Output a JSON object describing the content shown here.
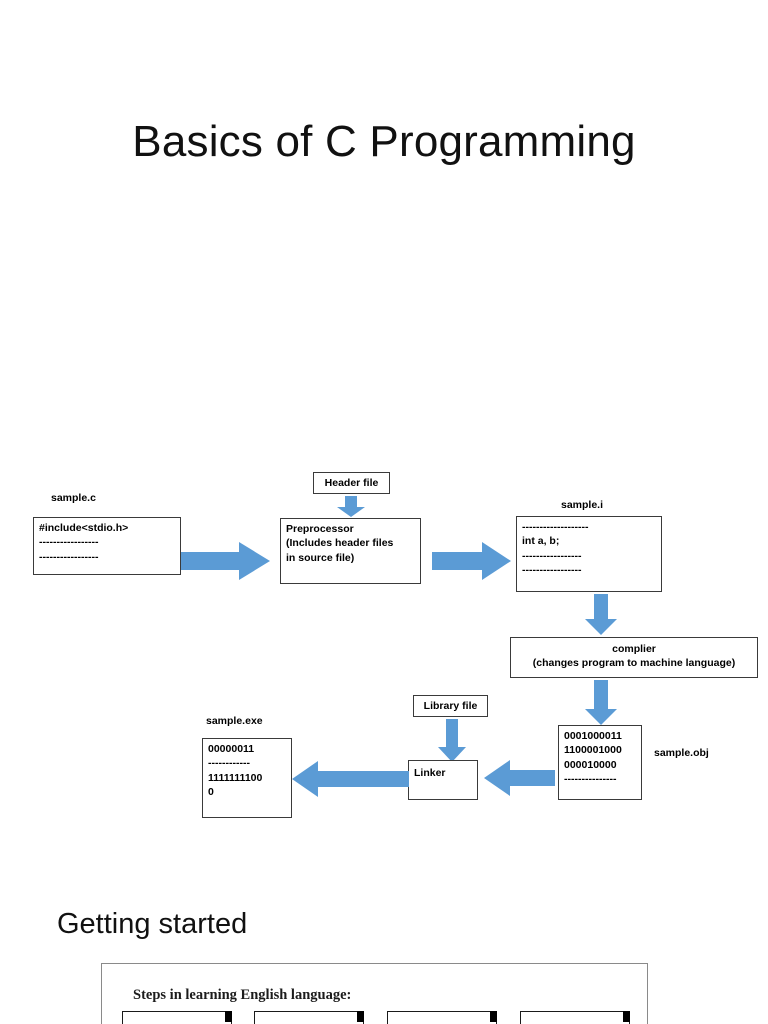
{
  "slide": {
    "title": "Basics of C Programming",
    "section_heading": "Getting started"
  },
  "accent_color": "#5B9BD5",
  "diagram": {
    "name": "c-compilation-pipeline",
    "labels": {
      "sample_c": "sample.c",
      "sample_i": "sample.i",
      "sample_obj": "sample.obj",
      "sample_exe": "sample.exe"
    },
    "boxes": {
      "source_file": {
        "lines": [
          "#include<stdio.h>",
          "-----------------",
          "-----------------"
        ]
      },
      "header_file": {
        "lines": [
          "Header file"
        ]
      },
      "preprocessor": {
        "lines": [
          "Preprocessor",
          "(Includes header files",
          "in source file)"
        ]
      },
      "preprocessed_file": {
        "lines": [
          "-------------------",
          "int a, b;",
          "-----------------",
          "-----------------"
        ]
      },
      "compiler": {
        "lines": [
          "complier",
          "(changes program to machine language)"
        ]
      },
      "object_file": {
        "lines": [
          "0001000011",
          "1100001000",
          "000010000",
          "---------------"
        ]
      },
      "library_file": {
        "lines": [
          "Library file"
        ]
      },
      "linker": {
        "lines": [
          "Linker"
        ]
      },
      "executable_file": {
        "lines": [
          "00000011",
          "------------",
          "1111111100",
          "0"
        ]
      }
    },
    "arrows": [
      {
        "name": "arrow-source-to-preprocessor",
        "direction": "right"
      },
      {
        "name": "arrow-header-to-preprocessor",
        "direction": "down"
      },
      {
        "name": "arrow-preprocessor-to-preprocessed",
        "direction": "right"
      },
      {
        "name": "arrow-preprocessed-to-compiler",
        "direction": "down"
      },
      {
        "name": "arrow-compiler-to-object",
        "direction": "down"
      },
      {
        "name": "arrow-object-to-linker",
        "direction": "left"
      },
      {
        "name": "arrow-library-to-linker",
        "direction": "down"
      },
      {
        "name": "arrow-linker-to-executable",
        "direction": "left"
      }
    ]
  },
  "bottom_figure": {
    "title": "Steps in learning English language:",
    "steps": [
      {
        "label": ""
      },
      {
        "label": ""
      },
      {
        "label": ""
      },
      {
        "label": ""
      }
    ]
  }
}
